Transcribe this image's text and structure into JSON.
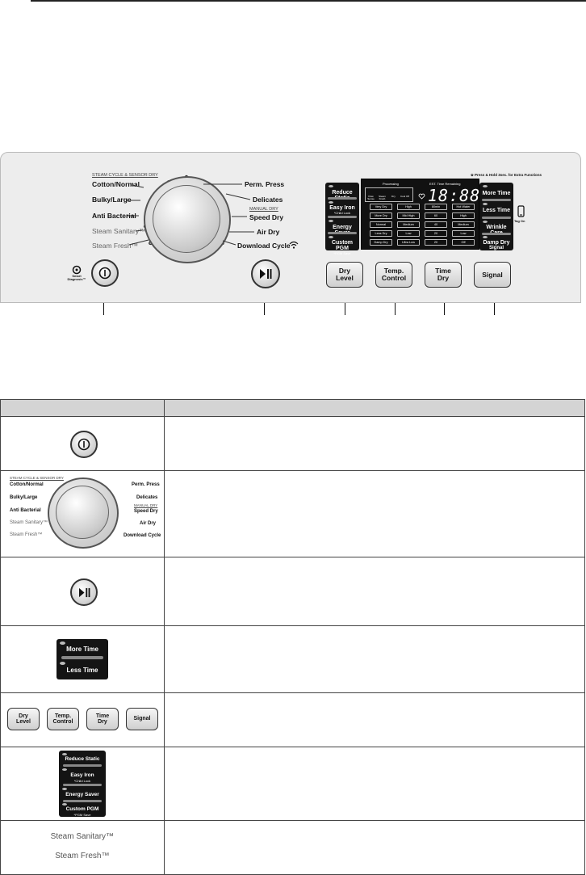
{
  "panel": {
    "cycles_left": [
      {
        "label": "Cotton/Normal",
        "style": "bold"
      },
      {
        "label": "Bulky/Large",
        "style": "bold"
      },
      {
        "label": "Anti Bacterial",
        "style": "bold"
      },
      {
        "label": "Steam Sanitary™",
        "style": "grey"
      },
      {
        "label": "Steam Fresh™",
        "style": "grey"
      }
    ],
    "cycles_right": [
      {
        "label": "Perm. Press"
      },
      {
        "label": "Delicates"
      },
      {
        "label": "Speed Dry"
      },
      {
        "label": "Air Dry"
      },
      {
        "label": "Download Cycle"
      }
    ],
    "steam_heading": "STEAM CYCLE & SENSOR DRY",
    "manual_heading": "MANUAL DRY",
    "smart_diagnosis": "Smart Diagnosis™",
    "extra_functions_note": "※ Press & Hold 3sec. for Extra Functions",
    "tag_on": "Tag On",
    "left_options": [
      {
        "label": "Reduce Static",
        "sub": ""
      },
      {
        "label": "Easy Iron",
        "sub": "*Child Lock"
      },
      {
        "label": "Energy Saver",
        "sub": ""
      },
      {
        "label": "Custom PGM",
        "sub": "*PGM Save"
      }
    ],
    "right_options": [
      {
        "label": "More Time",
        "sub": ""
      },
      {
        "label": "Less Time",
        "sub": ""
      },
      {
        "label": "Wrinkle Care",
        "sub": ""
      },
      {
        "label": "Damp Dry",
        "sub": "Signal"
      }
    ],
    "display": {
      "processing_label": "Processing",
      "est_time_label": "EST. Time Remaining",
      "time": "18:88",
      "status_icons": [
        "Flow Sense",
        "Steam Fresh",
        "Dry",
        "Cool Off"
      ],
      "dry_levels": [
        "Very Dry",
        "More Dry",
        "Normal",
        "Less Dry",
        "Damp Dry"
      ],
      "temps": [
        "High",
        "Mid High",
        "Medium",
        "Low",
        "Ultra Low"
      ],
      "times": [
        "80min",
        "60",
        "40",
        "20",
        "20"
      ],
      "signals": [
        "Hot Water",
        "High",
        "Medium",
        "Low",
        "Off"
      ]
    },
    "buttons": [
      {
        "line1": "Dry",
        "line2": "Level"
      },
      {
        "line1": "Temp.",
        "line2": "Control"
      },
      {
        "line1": "Time",
        "line2": "Dry"
      },
      {
        "line1": "Signal",
        "line2": ""
      }
    ]
  },
  "table": {
    "header": [
      "",
      ""
    ],
    "row4_labels": [
      "More Time",
      "Less Time"
    ],
    "row5_buttons": [
      {
        "line1": "Dry",
        "line2": "Level"
      },
      {
        "line1": "Temp.",
        "line2": "Control"
      },
      {
        "line1": "Time",
        "line2": "Dry"
      },
      {
        "line1": "Signal",
        "line2": ""
      }
    ],
    "row6_options": [
      {
        "label": "Reduce Static",
        "sub": ""
      },
      {
        "label": "Easy Iron",
        "sub": "*Child Lock"
      },
      {
        "label": "Energy Saver",
        "sub": ""
      },
      {
        "label": "Custom PGM",
        "sub": "*PGM Save"
      }
    ],
    "row7_labels": [
      "Steam Sanitary™",
      "Steam Fresh™"
    ],
    "dial_left": [
      "Cotton/Normal",
      "Bulky/Large",
      "Anti Bacterial",
      "Steam Sanitary™",
      "Steam Fresh™"
    ],
    "dial_right": [
      "Perm. Press",
      "Delicates",
      "Speed Dry",
      "Air Dry",
      "Download Cycle"
    ],
    "dial_heading": "STEAM CYCLE & SENSOR DRY",
    "dial_manual": "MANUAL DRY"
  }
}
